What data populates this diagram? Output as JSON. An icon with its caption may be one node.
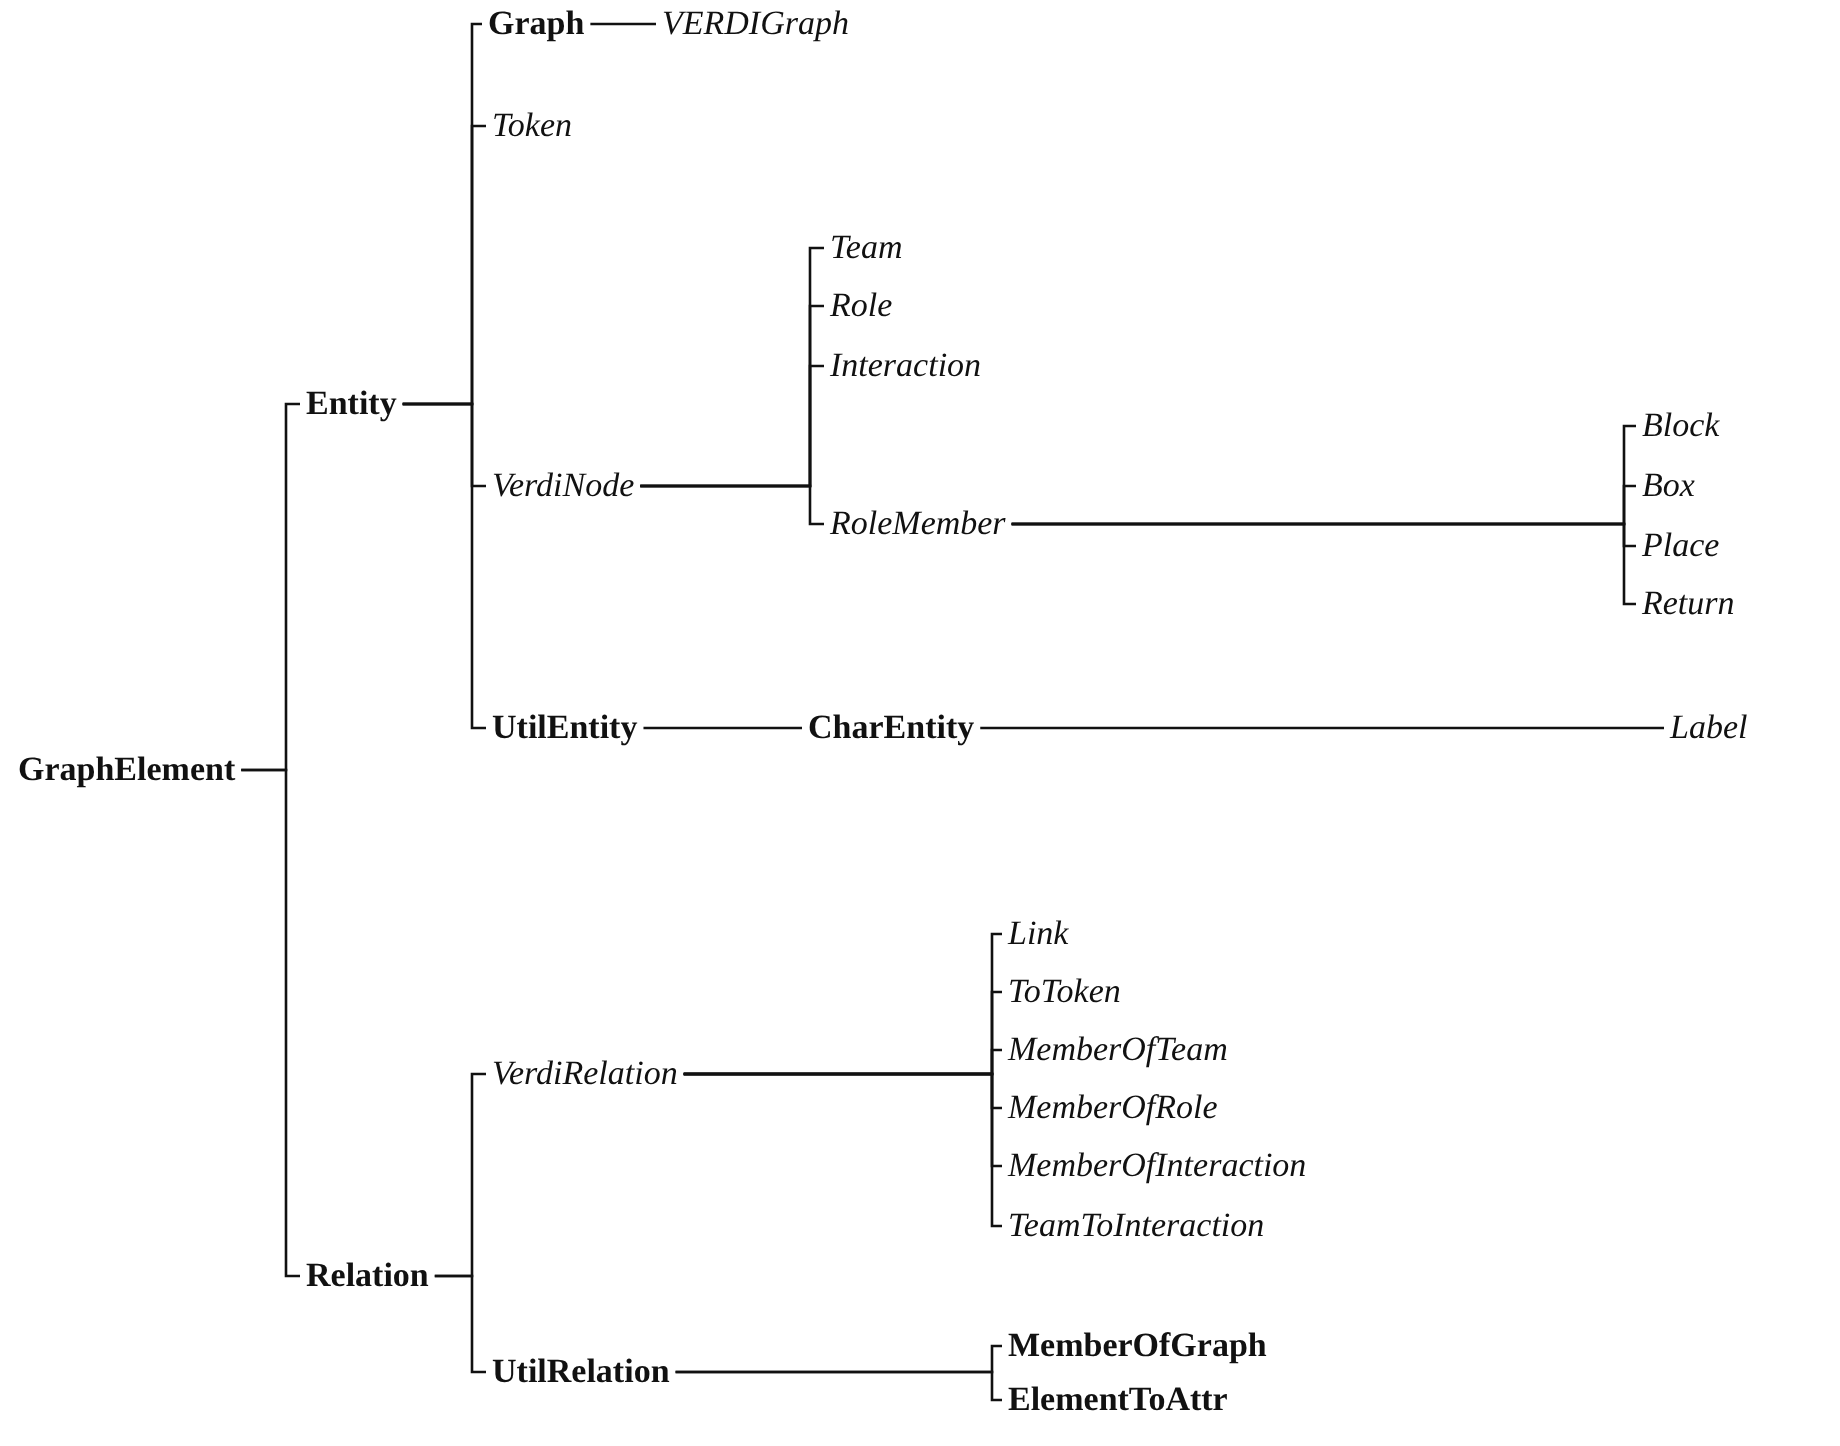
{
  "diagram": {
    "nodes": [
      {
        "text": [
          "GraphElement"
        ]
      },
      {
        "text": [
          "Entity"
        ]
      },
      {
        "text": [
          "Graph"
        ]
      },
      {
        "text": [
          "VERDIGraph"
        ]
      },
      {
        "text": [
          "Token"
        ]
      },
      {
        "text": [
          "VerdiNode"
        ]
      },
      {
        "text": [
          "Team"
        ]
      },
      {
        "text": [
          "Role"
        ]
      },
      {
        "text": [
          "Interaction"
        ]
      },
      {
        "text": [
          "RoleMember"
        ]
      },
      {
        "text": [
          "Block"
        ]
      },
      {
        "text": [
          "Box"
        ]
      },
      {
        "text": [
          "Place"
        ]
      },
      {
        "text": [
          "Return"
        ]
      },
      {
        "text": [
          "UtilEntity"
        ]
      },
      {
        "text": [
          "CharEntity"
        ]
      },
      {
        "text": [
          "Label"
        ]
      },
      {
        "text": [
          "Relation"
        ]
      },
      {
        "text": [
          "VerdiRelation"
        ]
      },
      {
        "text": [
          "Link"
        ]
      },
      {
        "text": [
          "ToToken"
        ]
      },
      {
        "text": [
          "MemberOfTeam"
        ]
      },
      {
        "text": [
          "MemberOfRole"
        ]
      },
      {
        "text": [
          "MemberOfInteraction"
        ]
      },
      {
        "text": [
          "TeamToInteraction"
        ]
      },
      {
        "text": [
          "UtilRelation"
        ]
      },
      {
        "text": [
          "MemberOfGraph"
        ]
      },
      {
        "text": [
          "ElementToAttr"
        ]
      }
    ],
    "edges": [
      {
        "from": 0,
        "to": 1,
        "arrow": "none"
      },
      {
        "from": 0,
        "to": 17,
        "arrow": "none"
      },
      {
        "from": 1,
        "to": 2,
        "arrow": "none"
      },
      {
        "from": 1,
        "to": 4,
        "arrow": "none"
      },
      {
        "from": 1,
        "to": 5,
        "arrow": "none"
      },
      {
        "from": 1,
        "to": 14,
        "arrow": "none"
      },
      {
        "from": 2,
        "to": 3,
        "arrow": "none"
      },
      {
        "from": 5,
        "to": 6,
        "arrow": "none"
      },
      {
        "from": 5,
        "to": 7,
        "arrow": "none"
      },
      {
        "from": 5,
        "to": 8,
        "arrow": "none"
      },
      {
        "from": 5,
        "to": 9,
        "arrow": "none"
      },
      {
        "from": 9,
        "to": 10,
        "arrow": "none"
      },
      {
        "from": 9,
        "to": 11,
        "arrow": "none"
      },
      {
        "from": 9,
        "to": 12,
        "arrow": "none"
      },
      {
        "from": 9,
        "to": 13,
        "arrow": "none"
      },
      {
        "from": 14,
        "to": 15,
        "arrow": "none"
      },
      {
        "from": 15,
        "to": 16,
        "arrow": "none"
      },
      {
        "from": 17,
        "to": 18,
        "arrow": "none"
      },
      {
        "from": 17,
        "to": 25,
        "arrow": "none"
      },
      {
        "from": 18,
        "to": 19,
        "arrow": "none"
      },
      {
        "from": 18,
        "to": 20,
        "arrow": "none"
      },
      {
        "from": 18,
        "to": 21,
        "arrow": "none"
      },
      {
        "from": 18,
        "to": 22,
        "arrow": "none"
      },
      {
        "from": 18,
        "to": 23,
        "arrow": "none"
      },
      {
        "from": 18,
        "to": 24,
        "arrow": "none"
      },
      {
        "from": 25,
        "to": 26,
        "arrow": "none"
      },
      {
        "from": 25,
        "to": 27,
        "arrow": "none"
      }
    ]
  }
}
